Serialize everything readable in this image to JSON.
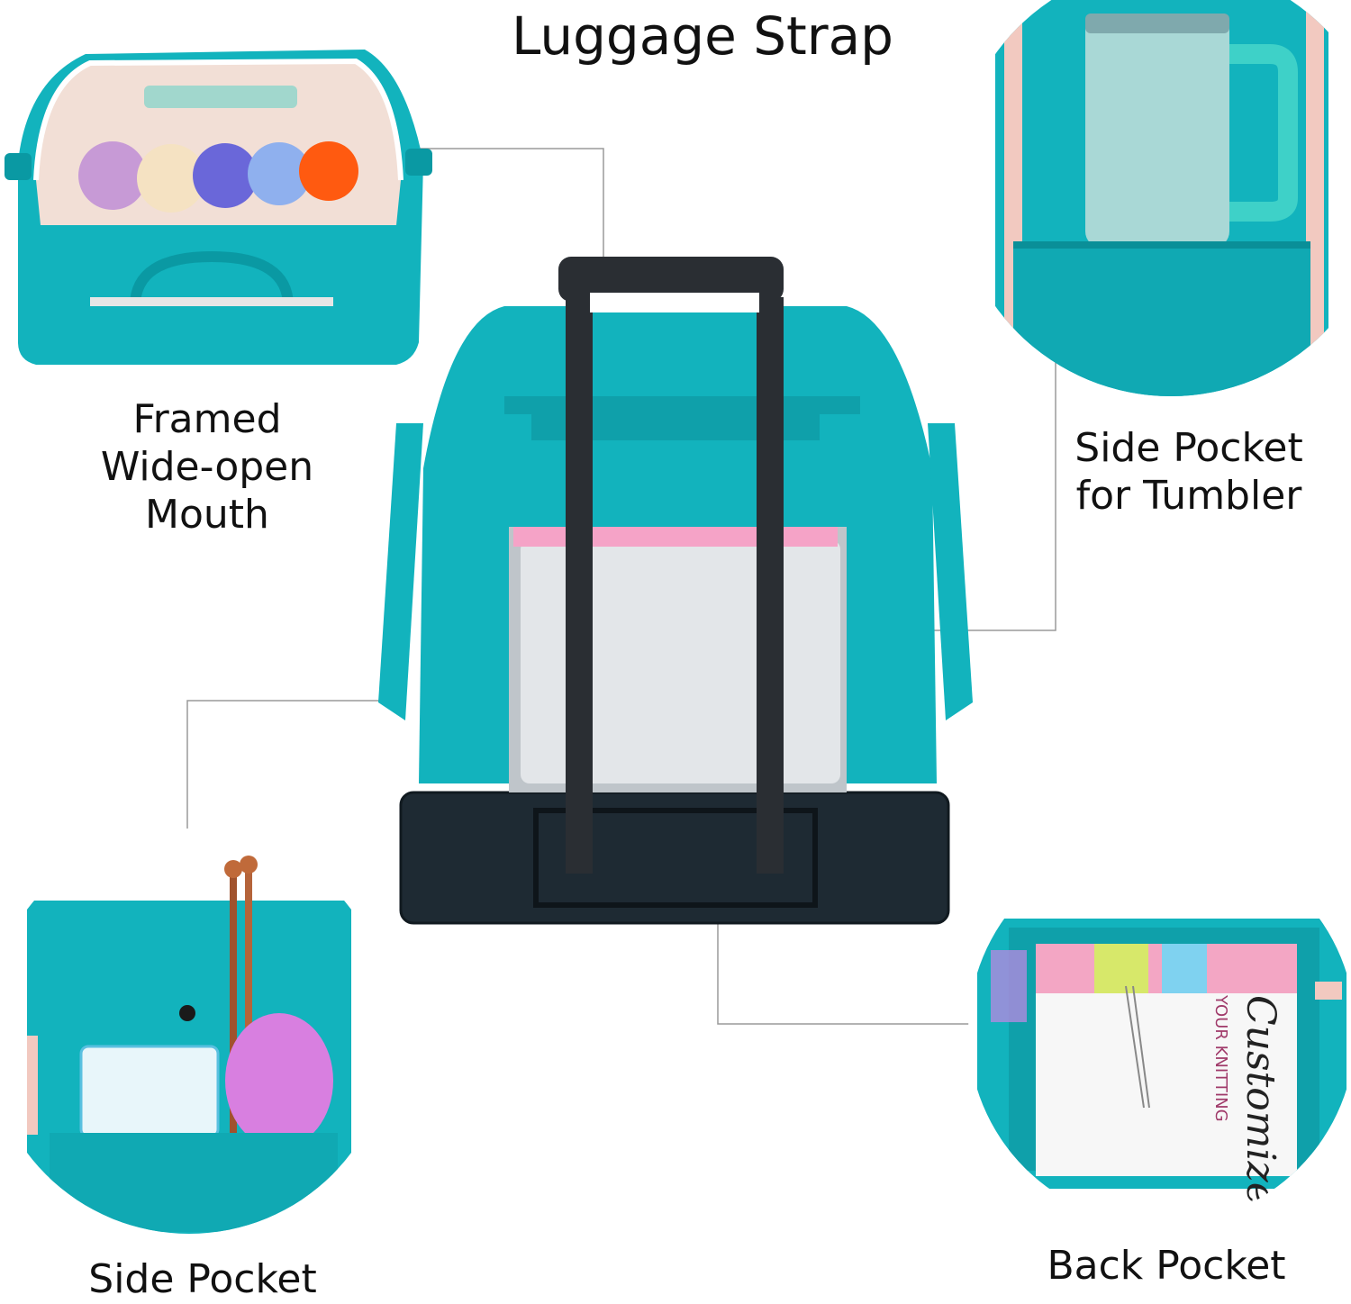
{
  "title": "Luggage Strap",
  "labels": {
    "mouth": "Framed\nWide-open\nMouth",
    "tumbler": "Side Pocket\nfor Tumbler",
    "side_pocket": "Side Pocket",
    "back_pocket": "Back Pocket"
  },
  "book": {
    "word1": "Customize",
    "word2": "YOUR KNITTING"
  },
  "colors": {
    "teal": "#12b3bd",
    "teal_dark": "#0a99a3",
    "suitcase": "#1e2a33",
    "handle": "#2a2e33",
    "leader_line": "#9a9a9a"
  }
}
